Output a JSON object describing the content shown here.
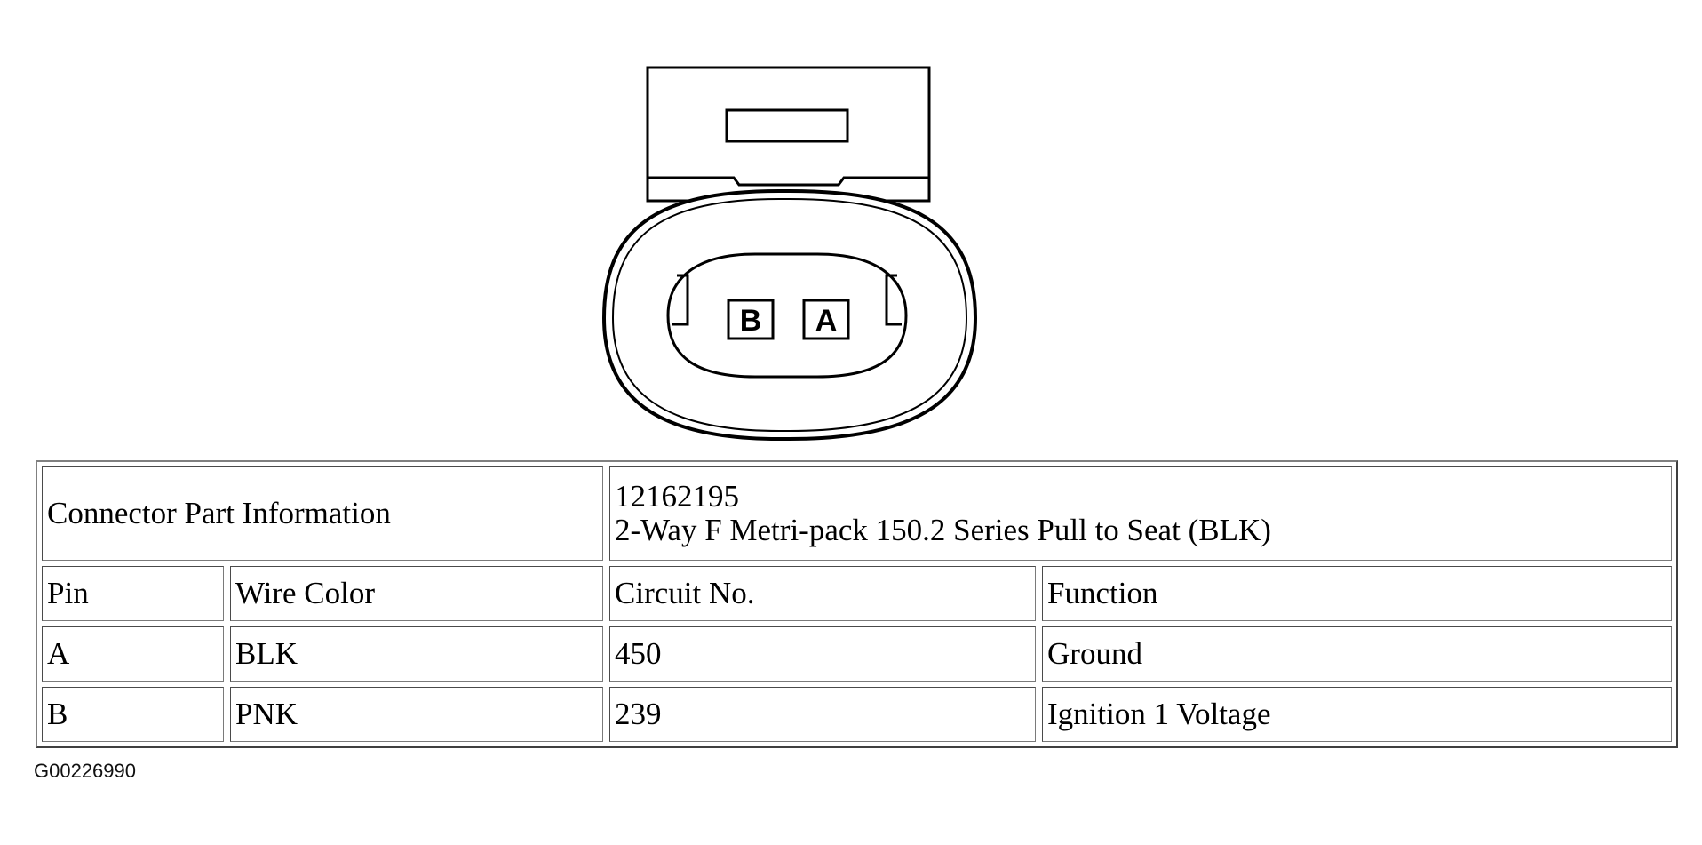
{
  "diagram": {
    "pins": [
      "B",
      "A"
    ]
  },
  "table": {
    "part_info_label": "Connector Part Information",
    "part_number": "12162195",
    "part_description": "2-Way F Metri-pack 150.2 Series Pull to Seat (BLK)",
    "columns": [
      "Pin",
      "Wire Color",
      "Circuit No.",
      "Function"
    ],
    "rows": [
      {
        "pin": "A",
        "wire_color": "BLK",
        "circuit": "450",
        "function": "Ground"
      },
      {
        "pin": "B",
        "wire_color": "PNK",
        "circuit": "239",
        "function": "Ignition 1 Voltage"
      }
    ]
  },
  "figure_id": "G00226990"
}
